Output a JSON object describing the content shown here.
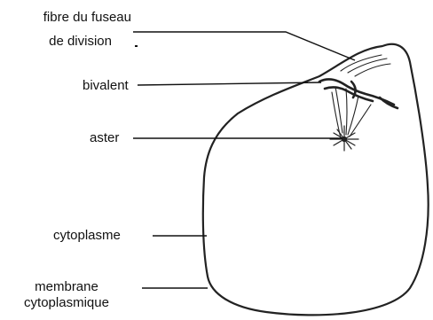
{
  "labels": {
    "spindle_fibre_line1": "fibre du fuseau",
    "spindle_fibre_line2": "de division",
    "bivalent": "bivalent",
    "aster": "aster",
    "cytoplasm": "cytoplasme",
    "membrane_line1": "membrane",
    "membrane_line2": "cytoplasmique"
  }
}
